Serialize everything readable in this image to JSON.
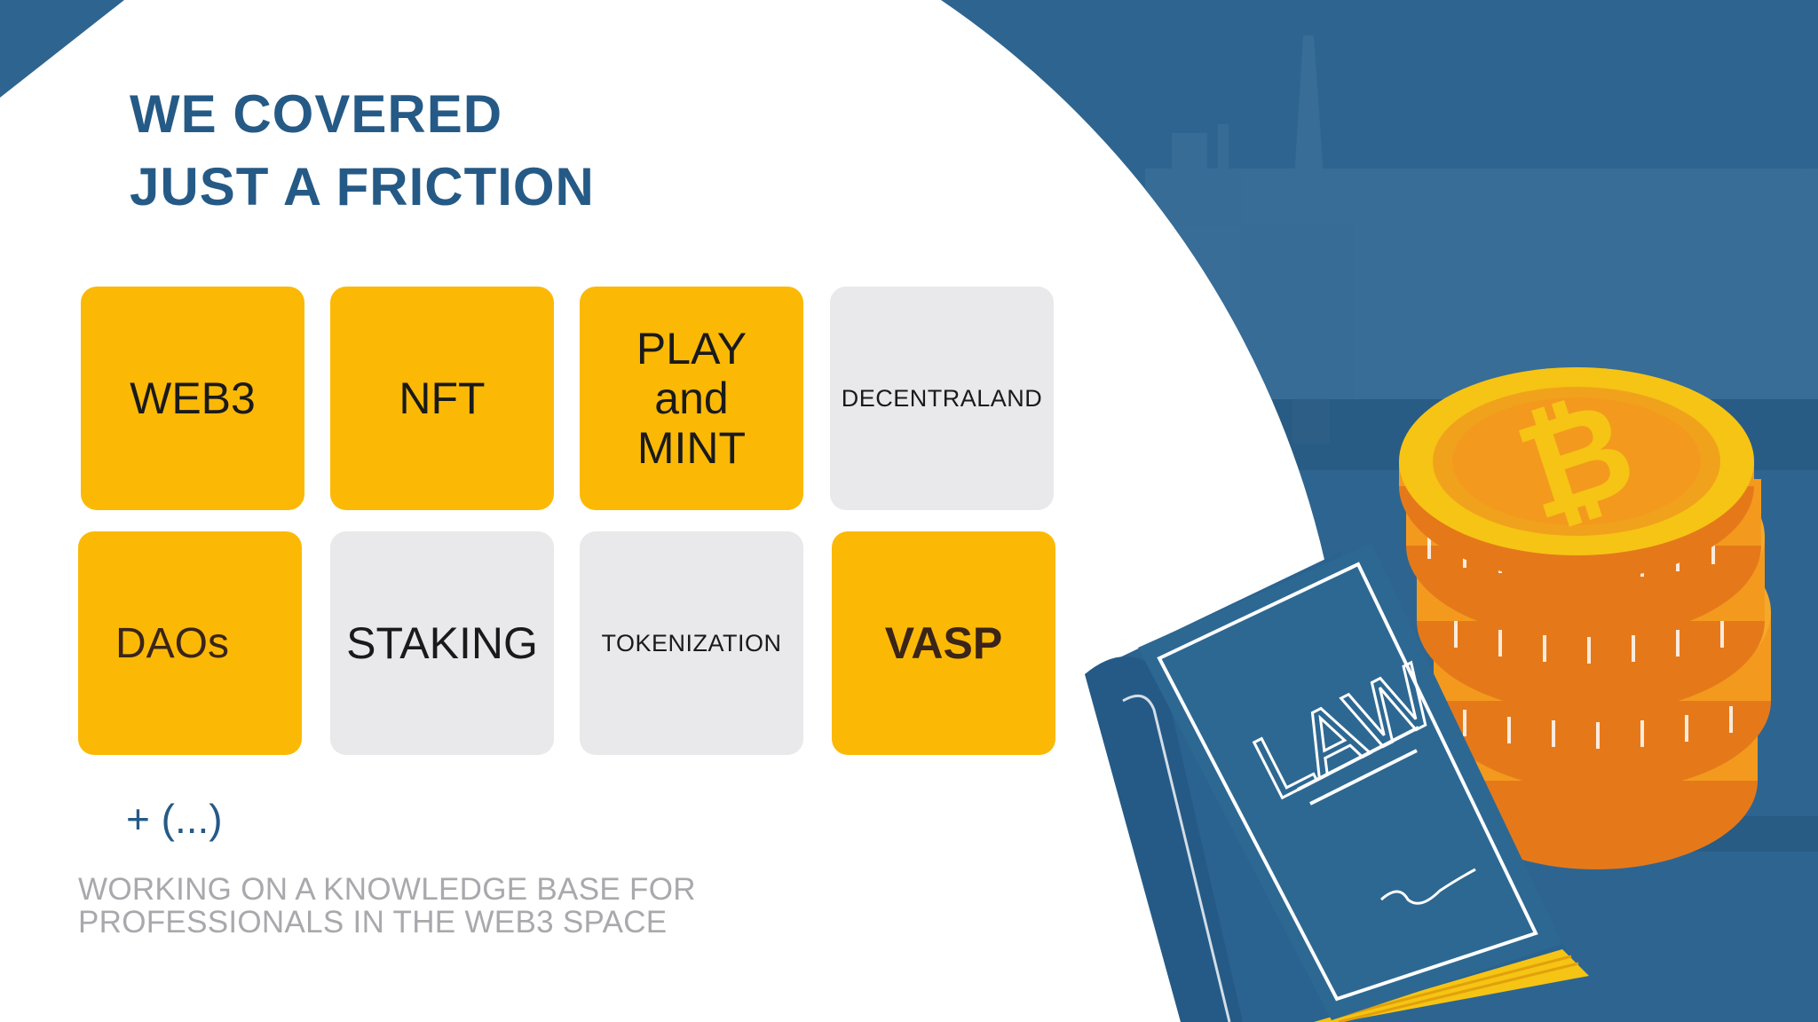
{
  "slide": {
    "title_line1": "WE COVERED",
    "title_line2": "JUST A FRICTION",
    "tiles": [
      {
        "label": "WEB3"
      },
      {
        "label": "NFT"
      },
      {
        "label": "PLAY and MINT",
        "lines": [
          "PLAY",
          "and",
          "MINT"
        ]
      },
      {
        "label": "DECENTRALAND"
      },
      {
        "label": "DAOs"
      },
      {
        "label": "STAKING"
      },
      {
        "label": "TOKENIZATION"
      },
      {
        "label": "VASP"
      }
    ],
    "more": "+ (...)",
    "subtitle_line1": "WORKING ON A KNOWLEDGE BASE FOR",
    "subtitle_line2": "PROFESSIONALS IN THE WEB3 SPACE",
    "book_label": "LAW"
  },
  "colors": {
    "brand_blue": "#255a86",
    "tile_yellow": "#fbb906",
    "tile_gray": "#e9e8ea",
    "subtitle_gray": "#a9a9ad",
    "coin_orange": "#f39a1e"
  },
  "icons": [
    "bitcoin-icon",
    "law-book-icon",
    "coin-stack-icon"
  ]
}
